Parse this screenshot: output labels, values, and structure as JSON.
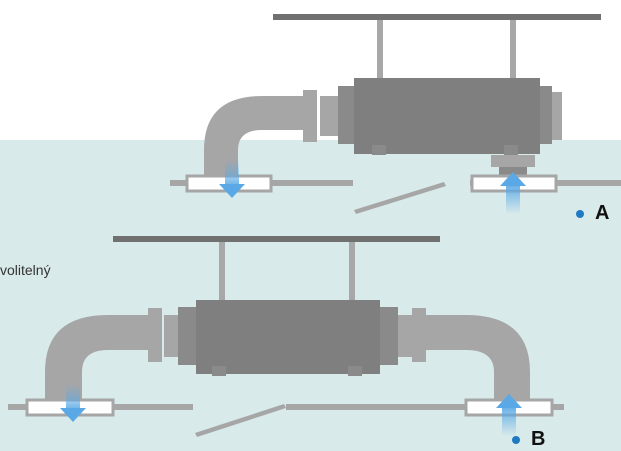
{
  "labels": {
    "optional": "volitelný",
    "variant_a": "A",
    "variant_b": "B"
  },
  "colors": {
    "background_zone": "#d8eaea",
    "pipe": "#a6a6a6",
    "pipe_dark": "#8a8a8a",
    "unit_body": "#7f7f7f",
    "unit_dark": "#6e6e6e",
    "beam": "#707070",
    "hanger": "#a8a8a8",
    "bullet": "#1f7ac4",
    "airflow": "#5aa9e6"
  },
  "icons": {
    "airflow_down": "arrow-down-icon",
    "airflow_up": "arrow-up-icon"
  }
}
